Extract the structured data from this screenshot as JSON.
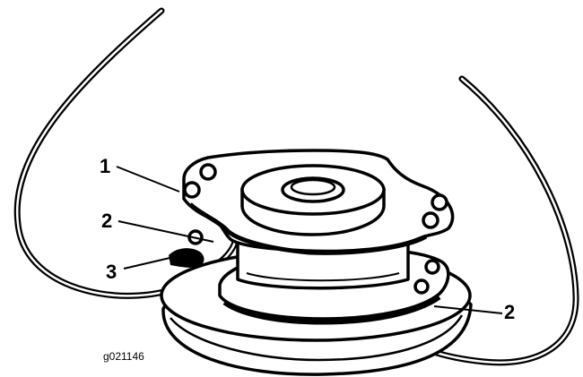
{
  "callouts": [
    {
      "id": "callout-1",
      "text": "1"
    },
    {
      "id": "callout-2-upper",
      "text": "2"
    },
    {
      "id": "callout-3",
      "text": "3"
    },
    {
      "id": "callout-2-right",
      "text": "2"
    }
  ],
  "figure_id": "g021146"
}
